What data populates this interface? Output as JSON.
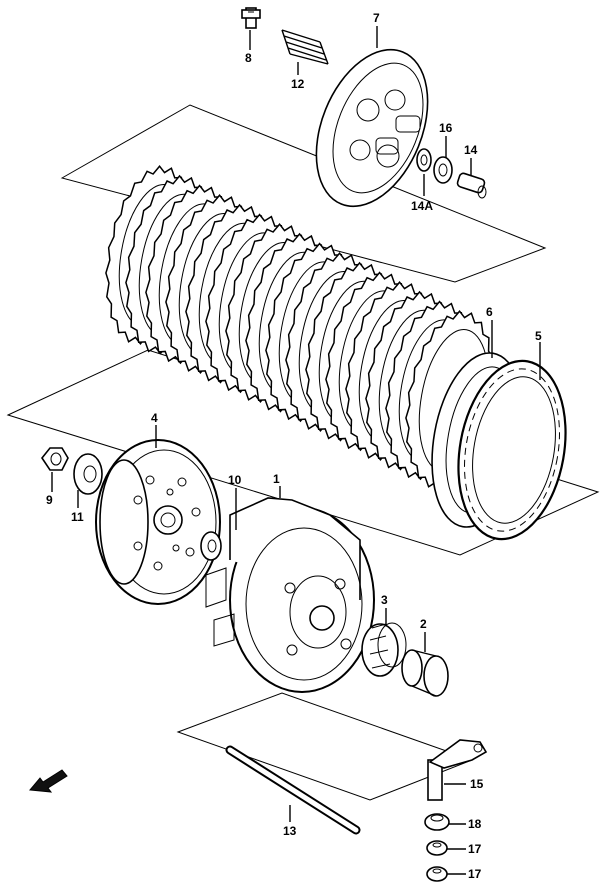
{
  "diagram": {
    "labels": {
      "p1": "1",
      "p2": "2",
      "p3": "3",
      "p4": "4",
      "p5": "5",
      "p6": "6",
      "p7": "7",
      "p8": "8",
      "p9": "9",
      "p10": "10",
      "p11": "11",
      "p12": "12",
      "p13": "13",
      "p14": "14",
      "p14a": "14A",
      "p15": "15",
      "p16": "16",
      "p17a": "17",
      "p17b": "17",
      "p18": "18"
    },
    "plate_count": 16,
    "colors": {
      "line": "#000000",
      "background": "#ffffff"
    },
    "icons": {
      "direction": "front-arrow-icon"
    }
  }
}
